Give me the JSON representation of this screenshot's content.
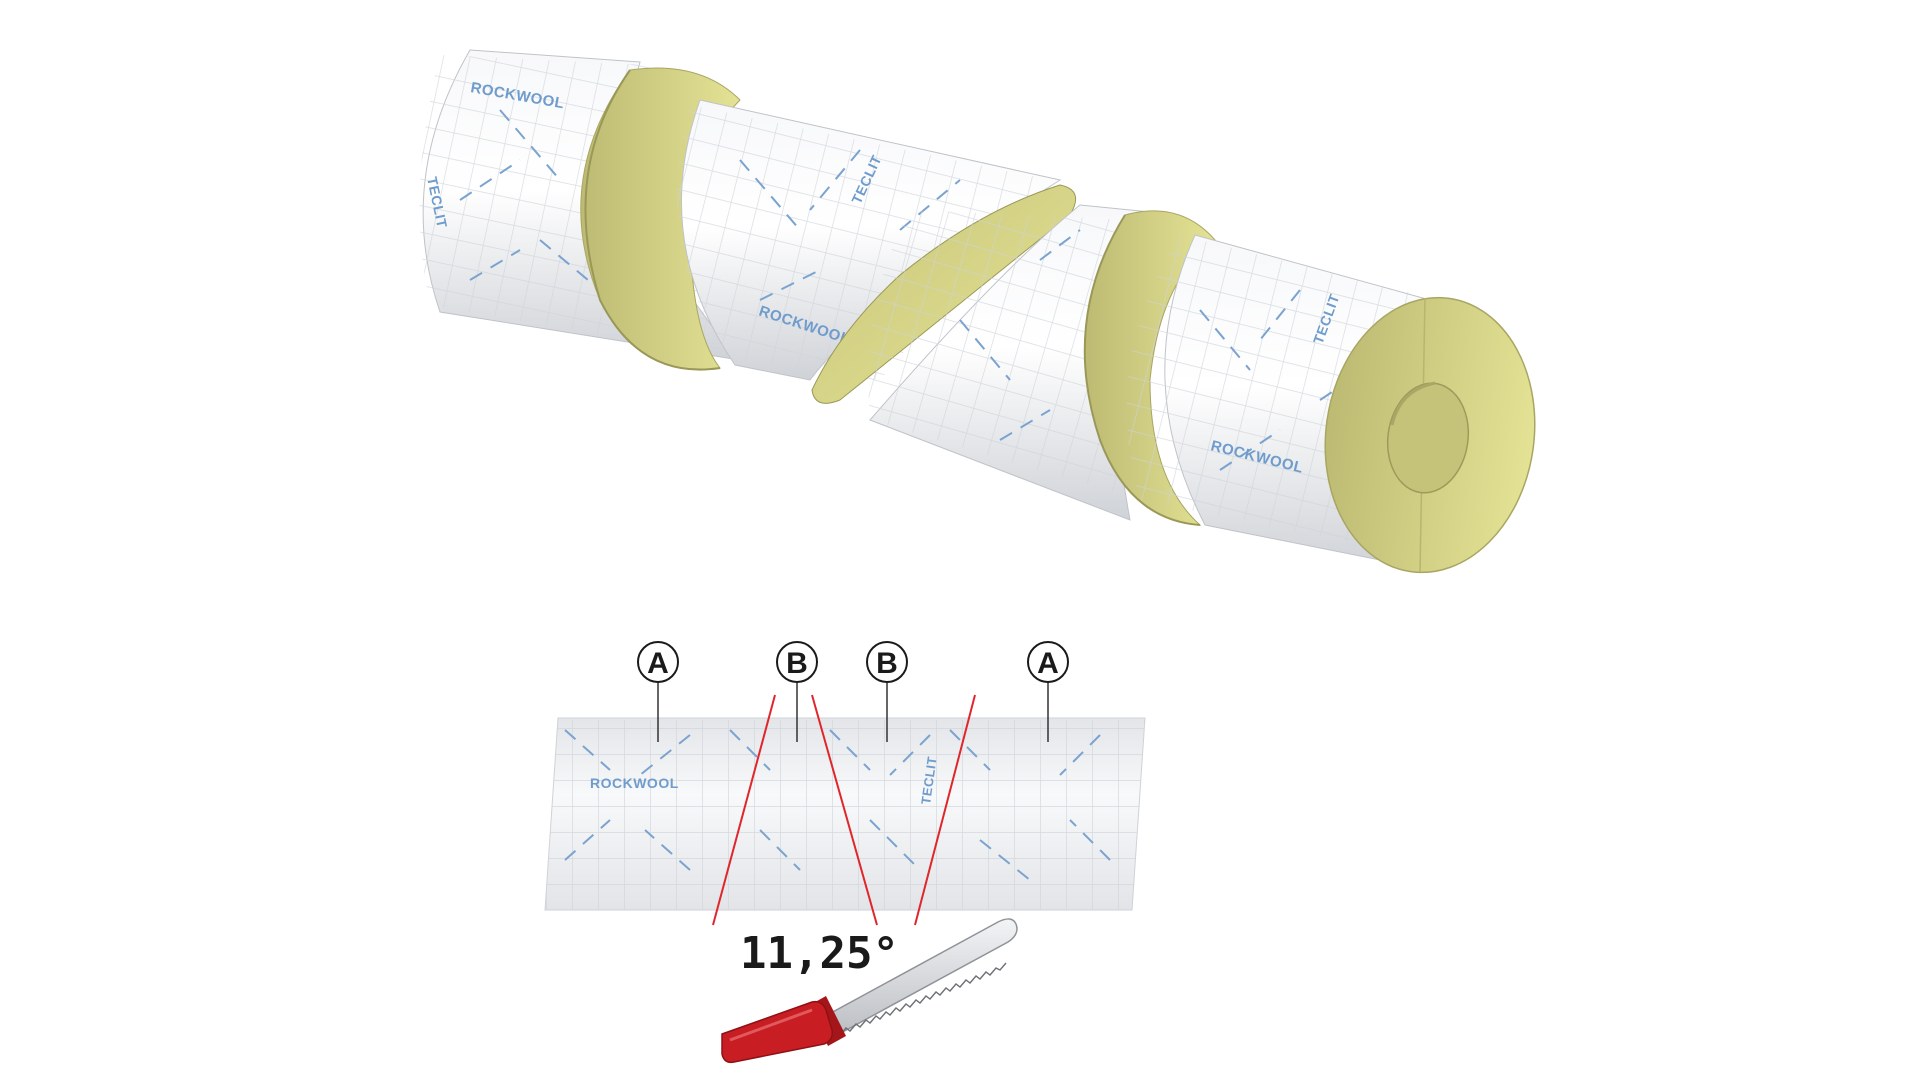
{
  "branding": {
    "brand_name": "ROCKWOOL",
    "product_name": "TECLIT"
  },
  "callouts": [
    {
      "letter": "A"
    },
    {
      "letter": "B"
    },
    {
      "letter": "B"
    },
    {
      "letter": "A"
    }
  ],
  "cut": {
    "angle_label": "11,25°"
  },
  "colors": {
    "jacket": "#e8e9ec",
    "grid": "#c9cdd3",
    "print": "#6f9ccc",
    "wool": "#d5d483",
    "wool_dark": "#9c9a5a",
    "cut_line": "#e0262a",
    "knife_handle": "#c81d22",
    "knife_blade": "#d9dadd"
  },
  "icons": {
    "knife": "serrated-knife-icon"
  }
}
